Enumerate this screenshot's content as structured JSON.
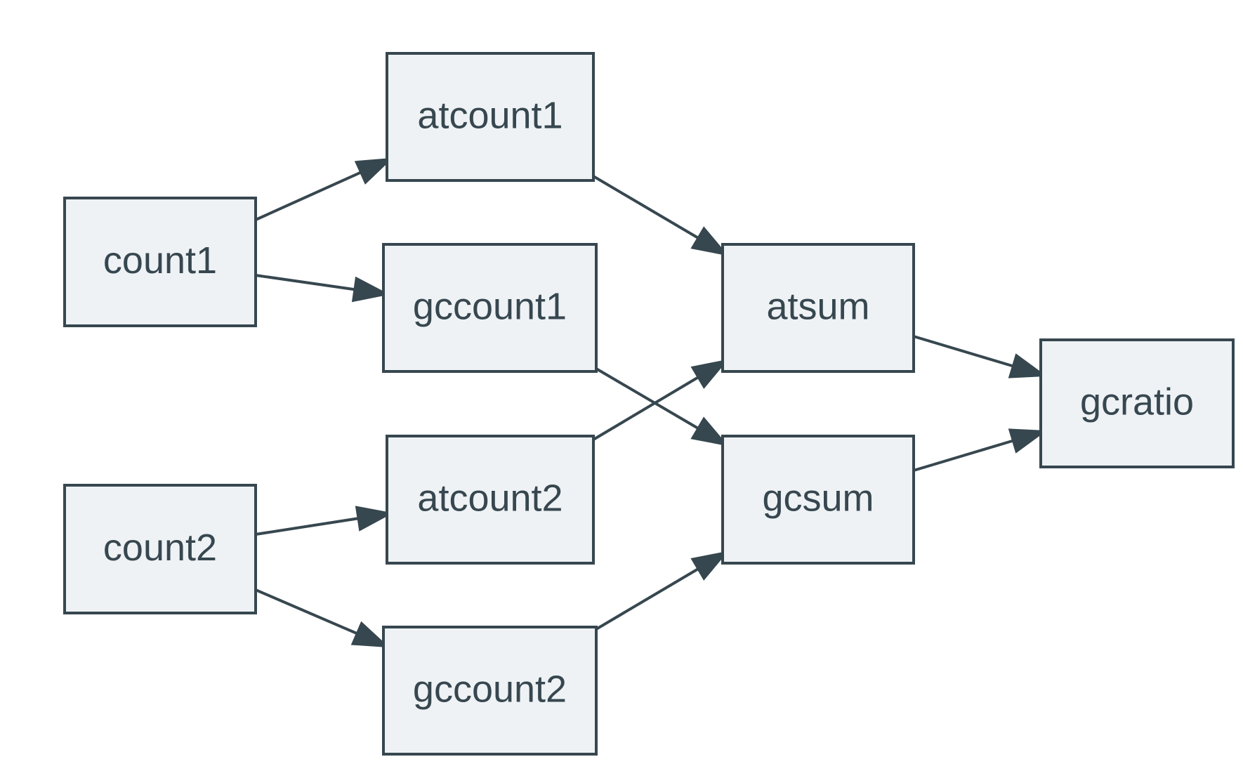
{
  "diagram": {
    "type": "directed-graph",
    "colors": {
      "node_fill": "#eef2f5",
      "stroke": "#37474f",
      "text": "#37474f",
      "background": "#ffffff"
    },
    "nodes": [
      {
        "id": "count1",
        "label": "count1"
      },
      {
        "id": "count2",
        "label": "count2"
      },
      {
        "id": "atcount1",
        "label": "atcount1"
      },
      {
        "id": "gccount1",
        "label": "gccount1"
      },
      {
        "id": "atcount2",
        "label": "atcount2"
      },
      {
        "id": "gccount2",
        "label": "gccount2"
      },
      {
        "id": "atsum",
        "label": "atsum"
      },
      {
        "id": "gcsum",
        "label": "gcsum"
      },
      {
        "id": "gcratio",
        "label": "gcratio"
      }
    ],
    "edges": [
      {
        "from": "count1",
        "to": "atcount1"
      },
      {
        "from": "count1",
        "to": "gccount1"
      },
      {
        "from": "count2",
        "to": "atcount2"
      },
      {
        "from": "count2",
        "to": "gccount2"
      },
      {
        "from": "atcount1",
        "to": "atsum"
      },
      {
        "from": "atcount2",
        "to": "atsum"
      },
      {
        "from": "gccount1",
        "to": "gcsum"
      },
      {
        "from": "gccount2",
        "to": "gcsum"
      },
      {
        "from": "atsum",
        "to": "gcratio"
      },
      {
        "from": "gcsum",
        "to": "gcratio"
      }
    ]
  }
}
